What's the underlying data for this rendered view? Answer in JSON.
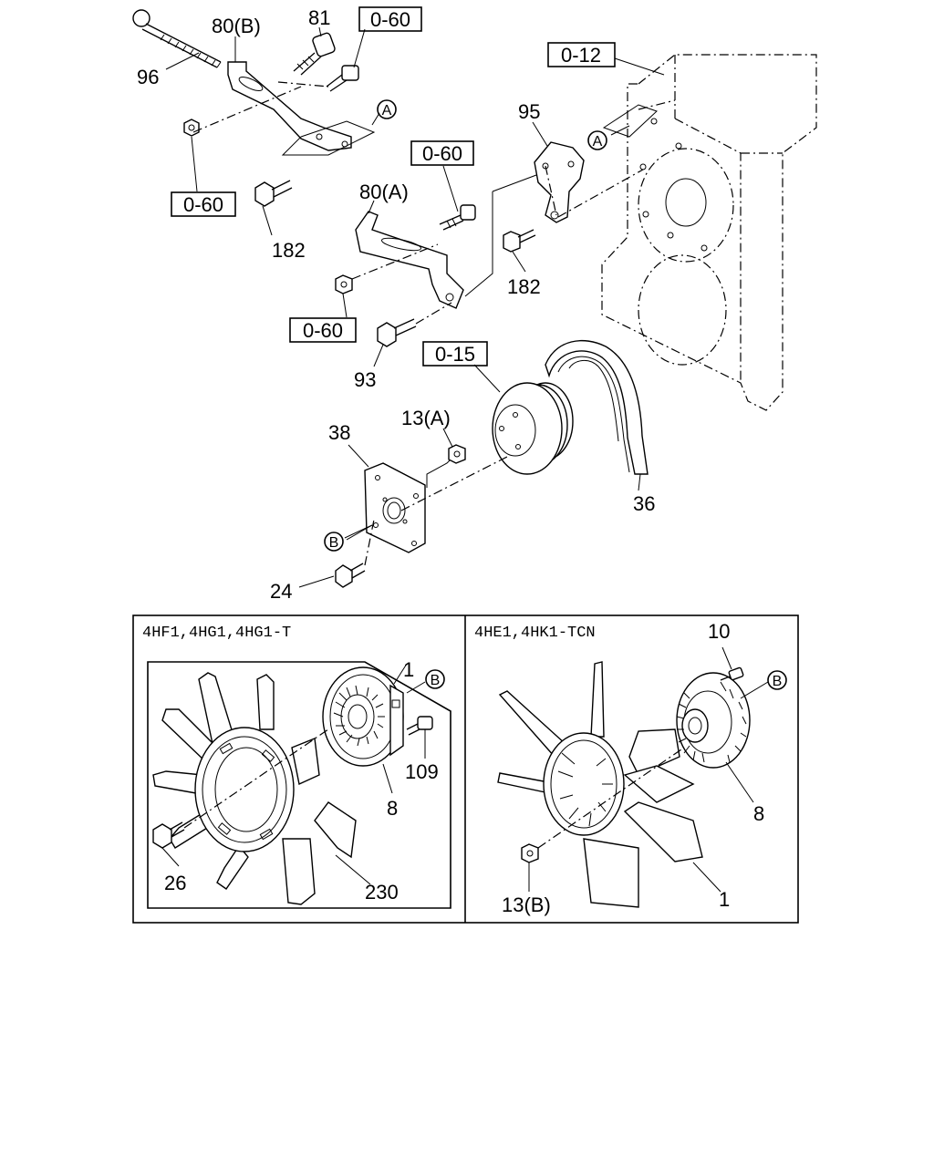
{
  "callouts": {
    "c96": "96",
    "c80b": "80(B)",
    "c81": "81",
    "c182a": "182",
    "c80a": "80(A)",
    "c95": "95",
    "c182b": "182",
    "c93": "93",
    "c13a": "13(A)",
    "c38": "38",
    "c36": "36",
    "c24": "24",
    "c1a": "1",
    "c109": "109",
    "c8a": "8",
    "c26": "26",
    "c230": "230",
    "c10": "10",
    "c8b": "8",
    "c13b": "13(B)",
    "c1b": "1"
  },
  "refs": {
    "r060a": "0-60",
    "r060b": "0-60",
    "r060c": "0-60",
    "r060d": "0-60",
    "r012": "0-12",
    "r015": "0-15"
  },
  "markers": {
    "a1": "A",
    "a2": "A",
    "b1": "B",
    "b2": "B",
    "b3": "B"
  },
  "variants": {
    "left_title": "4HF1,4HG1,4HG1-T",
    "right_title": "4HE1,4HK1-TCN"
  }
}
